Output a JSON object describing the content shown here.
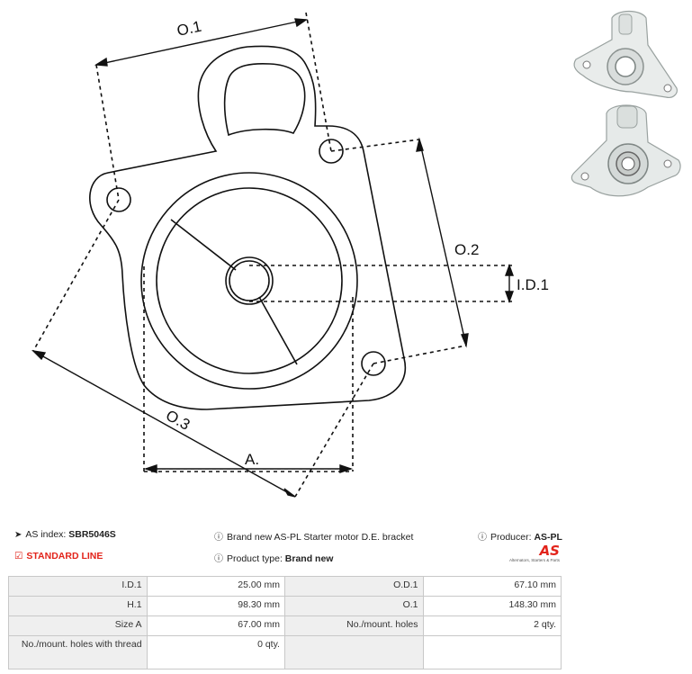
{
  "drawing_labels": {
    "o1": "O.1",
    "o2": "O.2",
    "o3": "O.3",
    "id1": "I.D.1",
    "a": "A."
  },
  "info": {
    "as_index_label": "AS index:",
    "as_index_value": "SBR5046S",
    "description": "Brand new AS-PL Starter motor D.E. bracket",
    "producer_label": "Producer:",
    "producer_value": "AS-PL",
    "line_label": "STANDARD LINE",
    "product_type_label": "Product type:",
    "product_type_value": "Brand new"
  },
  "logo": {
    "mark": "AS",
    "tagline": "Alternators, Starters & Parts"
  },
  "icons": {
    "tag": "tag-icon",
    "info": "info-circle-icon",
    "check": "check-square-icon"
  },
  "colors": {
    "accent": "#e2231a",
    "table_key_bg": "#efefef",
    "table_border": "#c8c8c8"
  },
  "specs": [
    {
      "k1": "I.D.1",
      "v1": "25.00 mm",
      "k2": "O.D.1",
      "v2": "67.10 mm"
    },
    {
      "k1": "H.1",
      "v1": "98.30  mm",
      "k2": "O.1",
      "v2": "148.30 mm"
    },
    {
      "k1": "Size A",
      "v1": "67.00 mm",
      "k2": "No./mount. holes",
      "v2": "2 qty."
    },
    {
      "k1": "No./mount. holes with thread",
      "v1": "0 qty.",
      "k2": "",
      "v2": ""
    }
  ]
}
